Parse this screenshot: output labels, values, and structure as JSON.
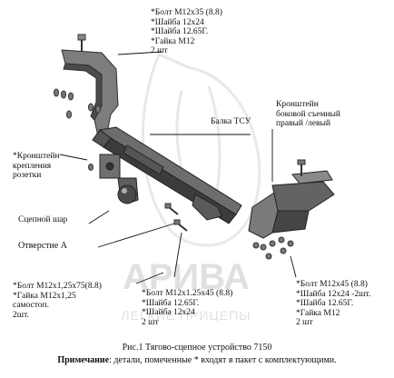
{
  "labels": {
    "top_fasteners": [
      "*Болт М12х35 (8.8)",
      "*Шайба 12х24",
      "*Шайба 12.65Г.",
      "*Гайка М12",
      "2 шт"
    ],
    "beam": "Балка ТСУ",
    "side_bracket": [
      "Кронштейн",
      "боковой съемный",
      "правый /левый"
    ],
    "socket_bracket": [
      "*Кронштейн",
      "крепления",
      "розетки"
    ],
    "ball": "Сцепной шар",
    "hole": "Отверстие А",
    "left_fasteners": [
      "*Болт М12х1,25х75(8.8)",
      "*Гайка М12х1,25",
      "самостоп.",
      "2шт."
    ],
    "center_fasteners": [
      "*Болт М12х1.25х45 (8.8)",
      "*Шайба 12.65Г.",
      "*Шайба 12х24",
      "2 шт"
    ],
    "right_fasteners": [
      "*Болт М12х45 (8.8)",
      "*Шайба 12х24 -2шт.",
      "*Шайба 12.65Г.",
      "*Гайка М12",
      "2 шт"
    ]
  },
  "watermark": {
    "brand": "АРИВА",
    "tagline": "ЛЕГКИЕ ПРИЦЕПЫ"
  },
  "caption": {
    "title": "Рис.1 Тягово-сцепное устройство 7150",
    "note_bold": "Примечание",
    "note_text": ": детали, помеченные * входят в пакет с комплектующими."
  }
}
